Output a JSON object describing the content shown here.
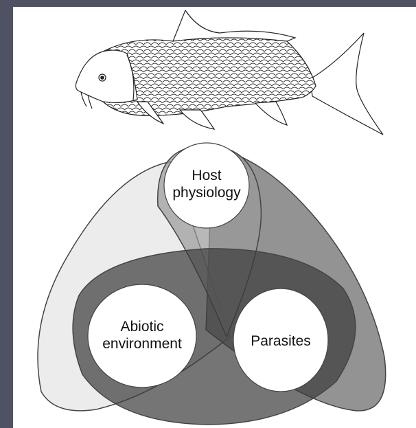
{
  "diagram": {
    "illustration": "carp-fish-line-drawing",
    "circles": [
      {
        "id": "host",
        "label_lines": [
          "Host",
          "physiology"
        ]
      },
      {
        "id": "abiotic",
        "label_lines": [
          "Abiotic",
          "environment"
        ]
      },
      {
        "id": "parasites",
        "label_lines": [
          "Parasites"
        ]
      }
    ],
    "colors": {
      "background": "#4f5263",
      "panel": "#ffffff",
      "light_lobe": "#e9e9e9",
      "mid_lobe": "#6f6f6f",
      "dark_lobe": "#3a3a3a",
      "outline": "#444444"
    }
  }
}
